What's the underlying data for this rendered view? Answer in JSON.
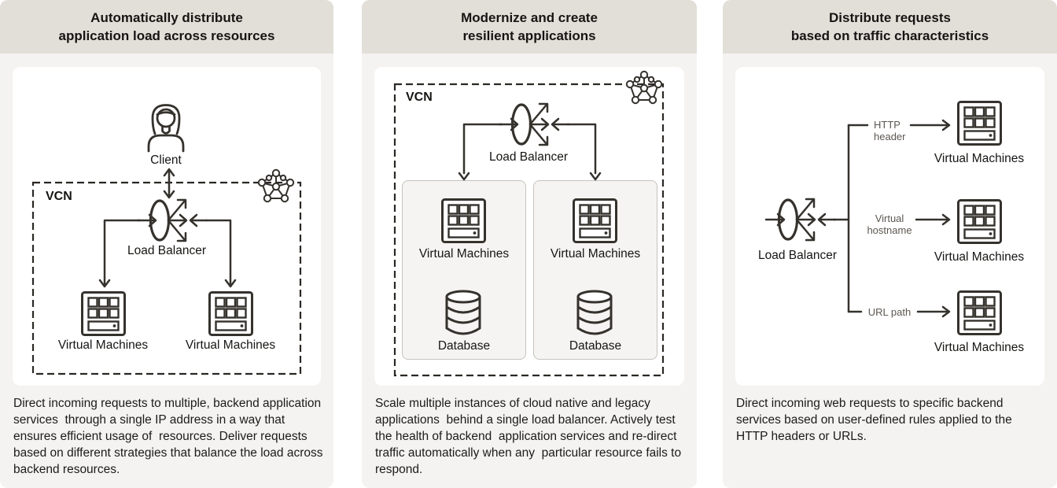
{
  "colors": {
    "header_band": "#e2dfd9",
    "panel_background": "#f4f3f1",
    "card_background": "#ffffff",
    "icon_stroke": "#35322d",
    "text": "#161513",
    "muted_label": "#5c5751",
    "subbox_background": "#f5f4f2",
    "subbox_border": "#c7c3bd"
  },
  "icons": {
    "client": "person-icon",
    "load_balancer": "load-balancer-ellipse-fanout-icon",
    "virtual_machines": "server-grid-icon",
    "database": "database-cylinder-icon",
    "vcn_network": "pentagon-network-icon"
  },
  "panels": [
    {
      "title_lines": [
        "Automatically distribute",
        "application load across resources"
      ],
      "client_label": "Client",
      "vcn_label": "VCN",
      "lb_label": "Load Balancer",
      "vm_labels": [
        "Virtual Machines",
        "Virtual Machines"
      ],
      "description": "Direct incoming requests to multiple, backend application services  through a single IP address in a way that ensures efficient usage of  resources. Deliver requests based on different strategies that balance the load across backend resources."
    },
    {
      "title_lines": [
        "Modernize and create",
        "resilient applications"
      ],
      "vcn_label": "VCN",
      "lb_label": "Load Balancer",
      "groups": [
        {
          "vm_label": "Virtual Machines",
          "db_label": "Database"
        },
        {
          "vm_label": "Virtual Machines",
          "db_label": "Database"
        }
      ],
      "description": "Scale multiple instances of cloud native and legacy applications  behind a single load balancer. Actively test the health of backend  application services and re-direct traffic automatically when any  particular resource fails to respond."
    },
    {
      "title_lines": [
        "Distribute requests",
        "based on traffic characteristics"
      ],
      "lb_label": "Load Balancer",
      "branches": [
        {
          "label_lines": [
            "HTTP",
            "header"
          ],
          "vm_label": "Virtual Machines"
        },
        {
          "label_lines": [
            "Virtual",
            "hostname"
          ],
          "vm_label": "Virtual Machines"
        },
        {
          "label_lines": [
            "URL path"
          ],
          "vm_label": "Virtual Machines"
        }
      ],
      "description": "Direct incoming web requests to specific backend services based on user-defined rules applied to the HTTP headers or URLs."
    }
  ]
}
